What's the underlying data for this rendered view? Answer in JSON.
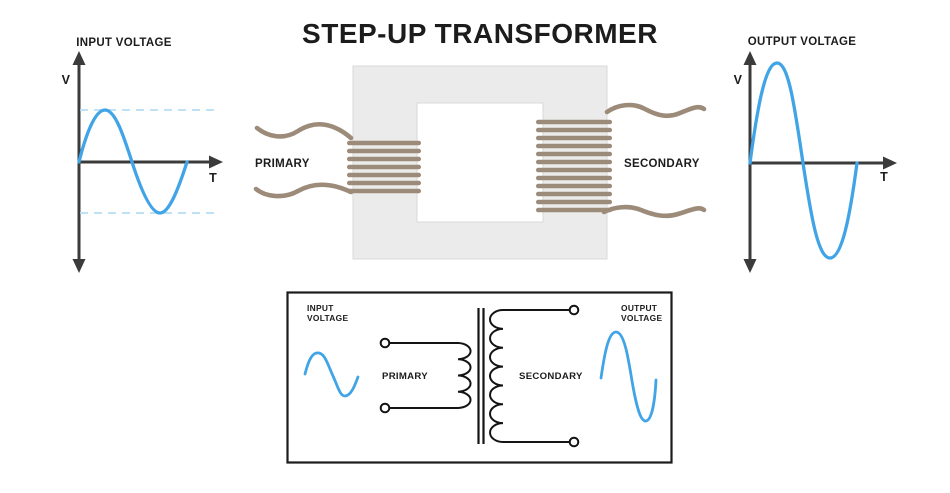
{
  "title": "STEP-UP TRANSFORMER",
  "colors": {
    "wave_blue": "#41a4e6",
    "dash_blue": "#b5ddf5",
    "coil_tan": "#9c8b79",
    "core_gray": "#ebebeb",
    "core_border": "#d9d9d9",
    "axis": "#3b3b3b",
    "ink": "#1c1c1c"
  },
  "input_graph": {
    "title": "INPUT VOLTAGE",
    "v_label": "V",
    "t_label": "T",
    "wave": "small-amplitude sine with dashed peak guides"
  },
  "output_graph": {
    "title": "OUTPUT VOLTAGE",
    "v_label": "V",
    "t_label": "T",
    "wave": "large-amplitude sine"
  },
  "transformer": {
    "primary_label": "PRIMARY",
    "secondary_label": "SECONDARY",
    "primary_turns": 7,
    "secondary_turns": 12
  },
  "schematic": {
    "input_label_line1": "INPUT",
    "input_label_line2": "VOLTAGE",
    "output_label_line1": "OUTPUT",
    "output_label_line2": "VOLTAGE",
    "primary_label": "PRIMARY",
    "secondary_label": "SECONDARY",
    "primary_turns": 4,
    "secondary_turns": 7
  }
}
